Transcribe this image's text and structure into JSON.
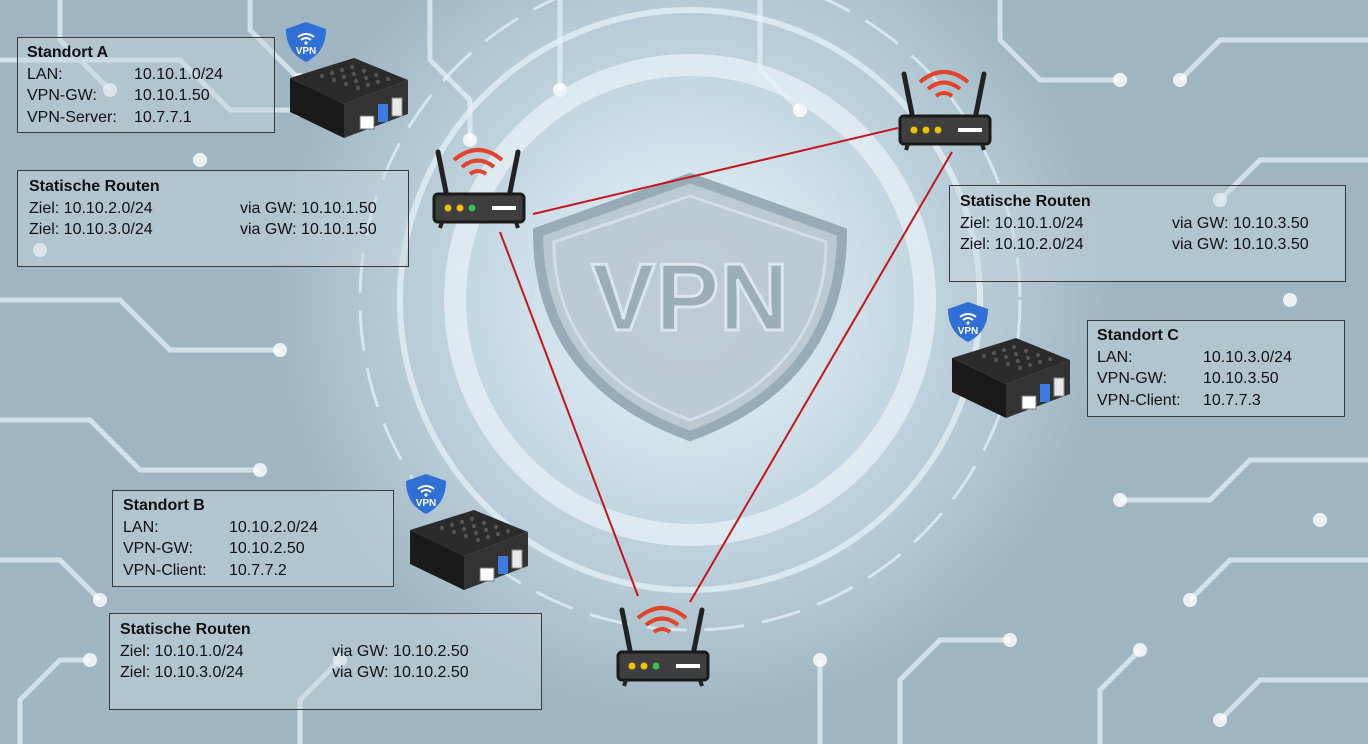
{
  "background": {
    "watermark_text": "VPN"
  },
  "sites": {
    "a": {
      "title": "Standort A",
      "rows": [
        {
          "label": "LAN:",
          "value": "10.10.1.0/24"
        },
        {
          "label": "VPN-GW:",
          "value": "10.10.1.50"
        },
        {
          "label": "VPN-Server:",
          "value": "10.7.7.1"
        }
      ],
      "badge": "VPN"
    },
    "b": {
      "title": "Standort B",
      "rows": [
        {
          "label": "LAN:",
          "value": "10.10.2.0/24"
        },
        {
          "label": "VPN-GW:",
          "value": "10.10.2.50"
        },
        {
          "label": "VPN-Client:",
          "value": "10.7.7.2"
        }
      ],
      "badge": "VPN"
    },
    "c": {
      "title": "Standort C",
      "rows": [
        {
          "label": "LAN:",
          "value": "10.10.3.0/24"
        },
        {
          "label": "VPN-GW:",
          "value": "10.10.3.50"
        },
        {
          "label": "VPN-Client:",
          "value": "10.7.7.3"
        }
      ],
      "badge": "VPN"
    }
  },
  "routes": {
    "a": {
      "title": "Statische Routen",
      "rows": [
        {
          "target": "Ziel: 10.10.2.0/24",
          "via": "via GW: 10.10.1.50"
        },
        {
          "target": "Ziel: 10.10.3.0/24",
          "via": "via GW: 10.10.1.50"
        }
      ]
    },
    "b": {
      "title": "Statische Routen",
      "rows": [
        {
          "target": "Ziel: 10.10.1.0/24",
          "via": "via GW: 10.10.2.50"
        },
        {
          "target": "Ziel: 10.10.3.0/24",
          "via": "via GW: 10.10.2.50"
        }
      ]
    },
    "c": {
      "title": "Statische Routen",
      "rows": [
        {
          "target": "Ziel: 10.10.1.0/24",
          "via": "via GW: 10.10.3.50"
        },
        {
          "target": "Ziel: 10.10.2.0/24",
          "via": "via GW: 10.10.3.50"
        }
      ]
    }
  },
  "colors": {
    "link": "#c4161c",
    "shield": "#2f6fd6",
    "router_led": "#f2c200",
    "router_led_green": "#36c24a",
    "wifi_waves": "#e0442b"
  }
}
